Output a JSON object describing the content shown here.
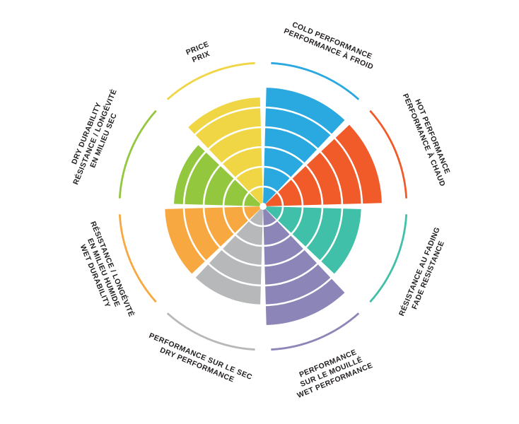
{
  "page": {
    "background_color": "#ffffff",
    "text_color": "#231f20"
  },
  "chart_data": {
    "type": "polar-wheel",
    "title": "",
    "scale_max": 6,
    "rings_visible": true,
    "ring_color": "#ffffff",
    "legend_position": "around-circle",
    "segments": [
      {
        "name": "cold-performance",
        "label_lines": [
          "COLD PERFORMANCE",
          "PERFORMANCE À FROID"
        ],
        "value": 6,
        "color": "#2aa9e0"
      },
      {
        "name": "hot-performance",
        "label_lines": [
          "HOT PERFORMANCE",
          "PERFORMANCE À CHAUD"
        ],
        "value": 6,
        "color": "#f15b2a"
      },
      {
        "name": "fade-resistance",
        "label_lines": [
          "RÉSISTANCE AU FADING",
          "FADE RESISTANCE"
        ],
        "value": 5,
        "color": "#40c0a8"
      },
      {
        "name": "wet-performance",
        "label_lines": [
          "PERFORMANCE",
          "SUR LE MOUILLÉ",
          "WET PERFORMANCE"
        ],
        "value": 6,
        "color": "#8c85b8"
      },
      {
        "name": "dry-performance",
        "label_lines": [
          "PERFORMANCE SUR LE SEC",
          "DRY PERFORMANCE"
        ],
        "value": 5,
        "color": "#b6b8ba"
      },
      {
        "name": "wet-durability",
        "label_lines": [
          "RÉSISTANCE / LONGÉVITÉ",
          "EN MILIEU HUMIDE",
          "WET DURABILITY"
        ],
        "value": 5,
        "color": "#f8a840"
      },
      {
        "name": "dry-durability",
        "label_lines": [
          "DRY DURABILITY",
          "RÉSISTANCE / LONGÉVITÉ",
          "EN MILIEU SEC"
        ],
        "value": 4.5,
        "color": "#93c83e"
      },
      {
        "name": "price",
        "label_lines": [
          "PRICE",
          "PRIX"
        ],
        "value": 5.5,
        "color": "#f0d544"
      }
    ]
  }
}
